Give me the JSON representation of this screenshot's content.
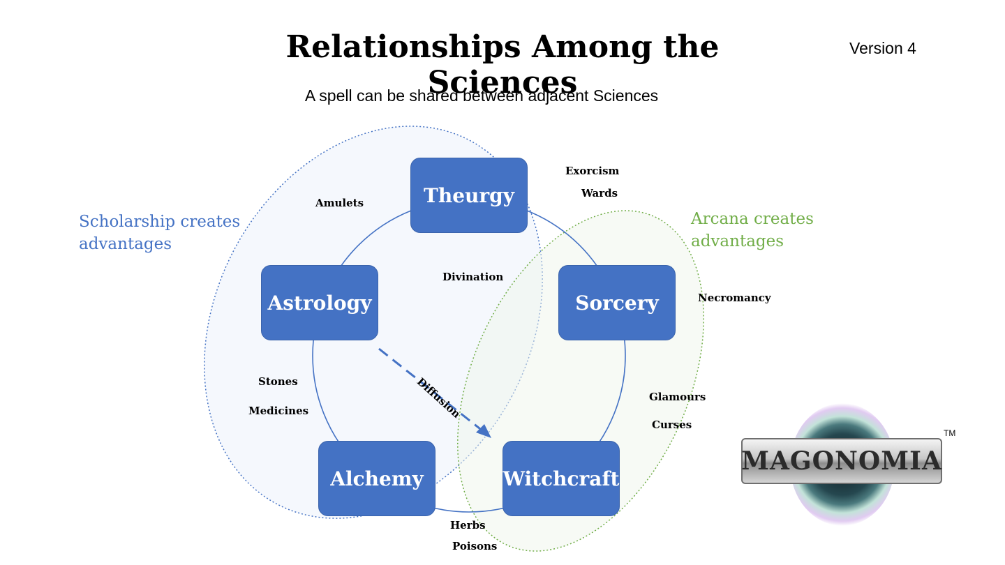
{
  "header": {
    "title": "Relationships Among the Sciences",
    "version": "Version 4",
    "subtitle": "A spell can be shared between adjacent Sciences"
  },
  "nodes": {
    "theurgy": "Theurgy",
    "astrology": "Astrology",
    "sorcery": "Sorcery",
    "alchemy": "Alchemy",
    "witchcraft": "Witchcraft"
  },
  "edge_labels": {
    "amulets": "Amulets",
    "exorcism": "Exorcism",
    "wards": "Wards",
    "divination": "Divination",
    "necromancy": "Necromancy",
    "stones": "Stones",
    "medicines": "Medicines",
    "glamours": "Glamours",
    "curses": "Curses",
    "herbs": "Herbs",
    "poisons": "Poisons",
    "diffusion": "Diffusion"
  },
  "groups": {
    "scholarship": {
      "line1": "Scholarship creates",
      "line2": "advantages",
      "color": "#4472c4"
    },
    "arcana": {
      "line1": "Arcana creates",
      "line2": "advantages",
      "color": "#70ad47"
    }
  },
  "logo": {
    "text": "MAGONOMIA",
    "trademark": "TM"
  },
  "colors": {
    "node_fill": "#4472c4",
    "node_text": "#ffffff",
    "connector": "#4472c4"
  }
}
